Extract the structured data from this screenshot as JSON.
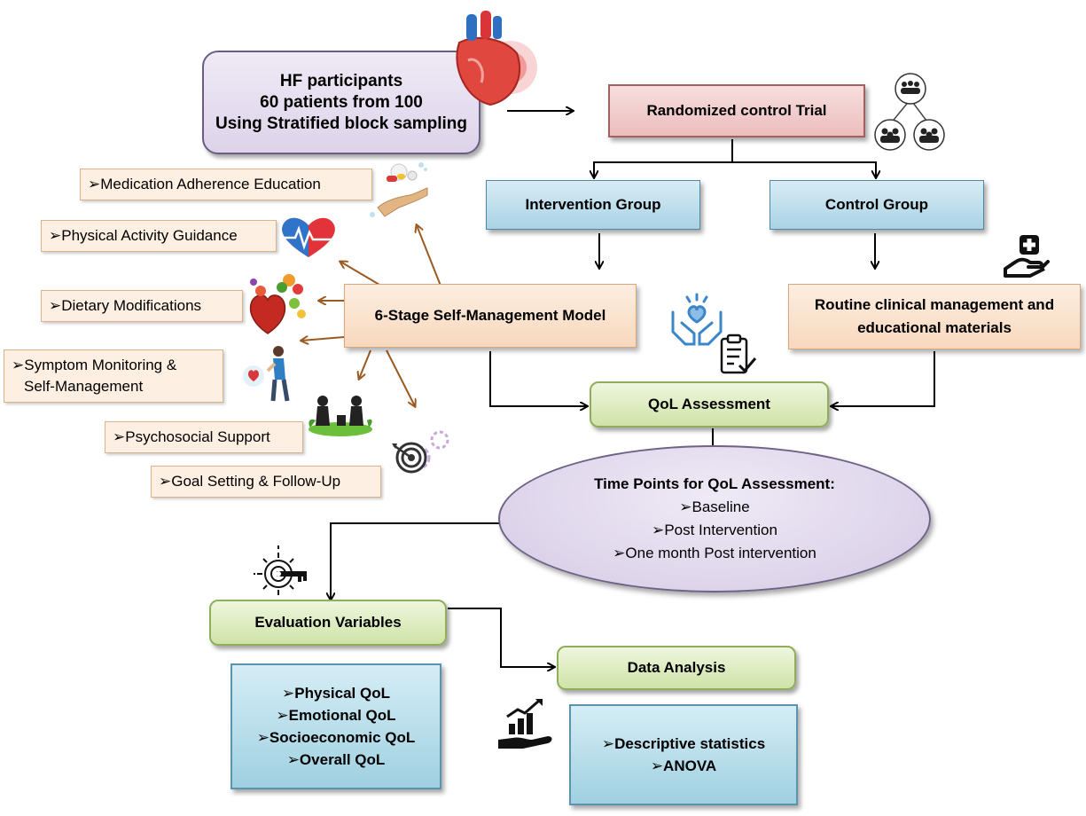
{
  "participants": {
    "line1": "HF participants",
    "line2": "60 patients from 100",
    "line3": "Using Stratified block sampling"
  },
  "trial": "Randomized control Trial",
  "groups": {
    "intervention": "Intervention Group",
    "control": "Control Group"
  },
  "model": "6-Stage Self-Management Model",
  "routine": {
    "line1": "Routine clinical management and",
    "line2": "educational materials"
  },
  "components": [
    "➢Medication Adherence Education",
    "➢Physical Activity Guidance",
    "➢Dietary Modifications",
    "➢Symptom Monitoring &",
    "Self-Management",
    "➢Psychosocial Support",
    "➢Goal Setting & Follow-Up"
  ],
  "qol": "QoL Assessment",
  "timepoints": {
    "title": "Time Points for QoL Assessment:",
    "items": [
      "➢Baseline",
      "➢Post Intervention",
      "➢One month Post intervention"
    ]
  },
  "evaluation": {
    "title": "Evaluation Variables",
    "items": [
      "➢Physical QoL",
      "➢Emotional QoL",
      "➢Socioeconomic QoL",
      "➢Overall QoL"
    ]
  },
  "analysis": {
    "title": "Data Analysis",
    "items": [
      "➢Descriptive statistics",
      "➢ANOVA"
    ]
  },
  "colors": {
    "lavender": "#ddd3ea",
    "pink": "#ecbdbd",
    "blue": "#a9d3e5",
    "peach": "#f8d8bd",
    "green": "#cfe3a7",
    "arrow_brown": "#a0602a"
  },
  "icons": [
    "heart-icon",
    "people-groups-icon",
    "pill-hand-icon",
    "heart-activity-icon",
    "healthy-food-heart-icon",
    "chest-pain-person-icon",
    "counseling-icon",
    "target-icon",
    "care-hands-icon",
    "clipboard-check-icon",
    "medical-hand-icon",
    "gear-key-icon",
    "growth-chart-hand-icon"
  ]
}
